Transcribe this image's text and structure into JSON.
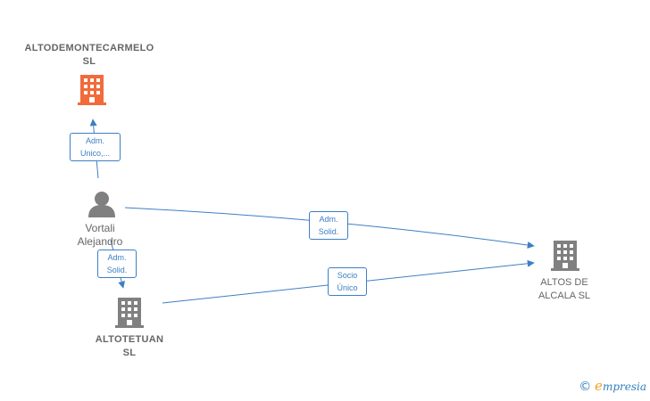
{
  "colors": {
    "edge": "#3d7fc4",
    "company_main": "#f26b3a",
    "company": "#808080",
    "person": "#808080"
  },
  "nodes": {
    "altodemontecarmelo": {
      "label": "ALTODEMONTECARMELO\nSL",
      "icon": "building-icon",
      "color": "#f26b3a"
    },
    "vortali": {
      "label": "Vortali\nAlejandro",
      "icon": "person-icon"
    },
    "altotetuan": {
      "label": "ALTOTETUAN\nSL",
      "icon": "building-icon"
    },
    "altos_de_alcala": {
      "label": "ALTOS DE\nALCALA  SL",
      "icon": "building-icon"
    }
  },
  "edges": {
    "vortali_to_montecarmelo": "Adm.\nUnico,...",
    "vortali_to_alcala": "Adm.\nSolid.",
    "vortali_to_tetuan": "Adm.\nSolid.",
    "tetuan_to_alcala": "Socio\nÚnico"
  },
  "brand": {
    "copyright": "©",
    "e": "e",
    "name": "mpresia"
  }
}
